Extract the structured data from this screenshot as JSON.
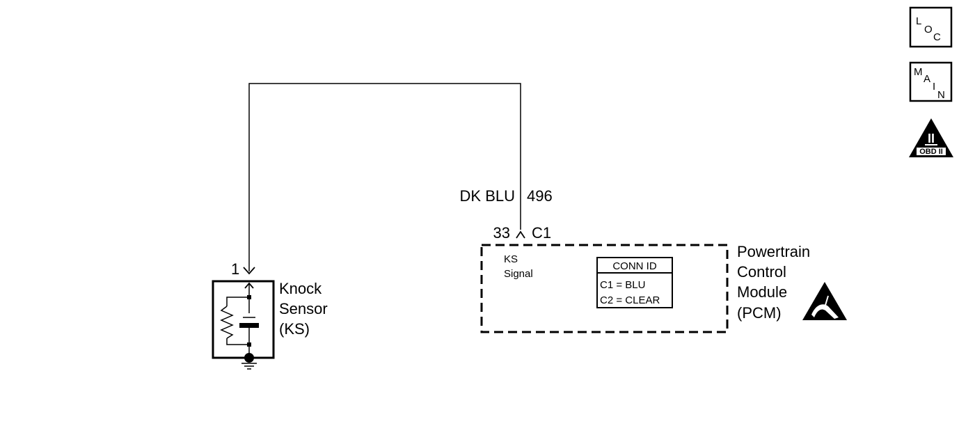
{
  "nav_buttons": {
    "loc": [
      "L",
      "O",
      "C"
    ],
    "main": [
      "M",
      "A",
      "I",
      "N"
    ],
    "obd": {
      "numeral": "II",
      "label": "OBD II"
    }
  },
  "wire": {
    "color": "DK BLU",
    "circuit": "496"
  },
  "connector": {
    "pin": "33",
    "id": "C1"
  },
  "sensor": {
    "pin": "1",
    "name_lines": [
      "Knock",
      "Sensor",
      "(KS)"
    ]
  },
  "pcm": {
    "signal_lines": [
      "KS",
      "Signal"
    ],
    "name_lines": [
      "Powertrain",
      "Control",
      "Module",
      "(PCM)"
    ]
  },
  "conn_id_box": {
    "header": "CONN ID",
    "rows": [
      "C1 = BLU",
      "C2 = CLEAR"
    ]
  },
  "colors": {
    "line": "#000000",
    "background": "#ffffff"
  }
}
